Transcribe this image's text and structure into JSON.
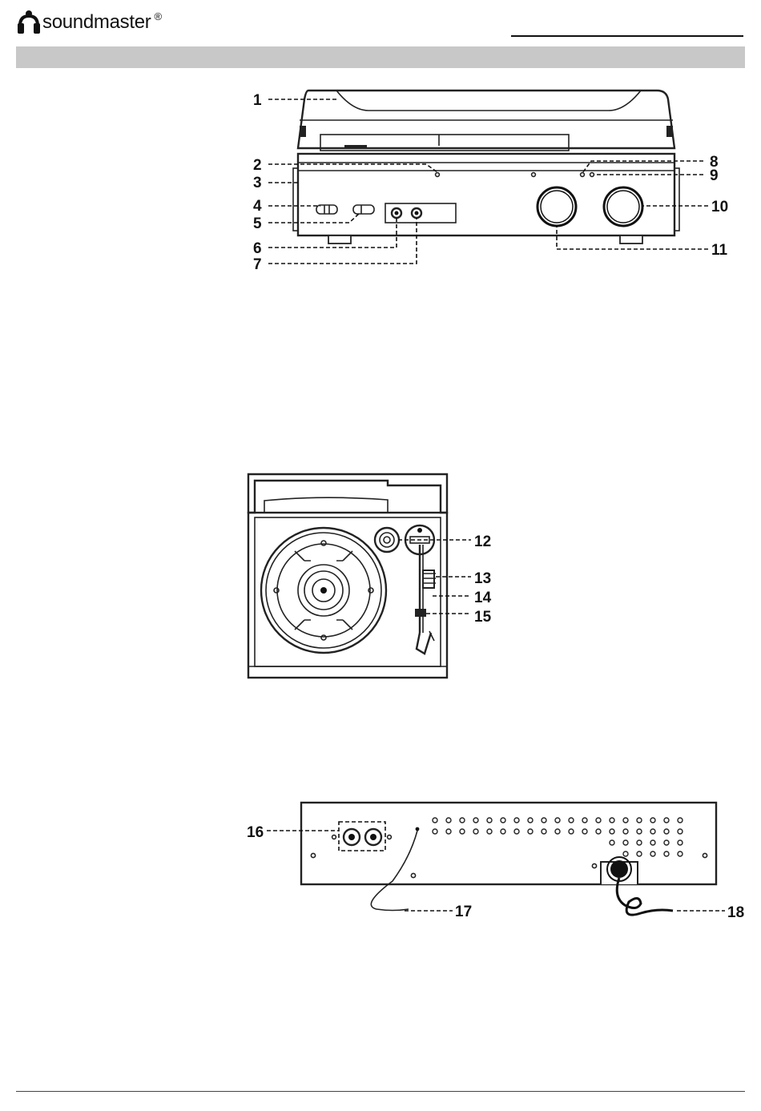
{
  "brand": {
    "name": "soundmaster",
    "reg": "®",
    "icon": "soundmaster-logo-icon"
  },
  "figure_front": {
    "callouts": [
      "1",
      "2",
      "3",
      "4",
      "5",
      "6",
      "7",
      "8",
      "9",
      "10",
      "11"
    ]
  },
  "figure_top": {
    "callouts": [
      "12",
      "13",
      "14",
      "15"
    ]
  },
  "figure_back": {
    "callouts": [
      "16",
      "17",
      "18"
    ]
  }
}
